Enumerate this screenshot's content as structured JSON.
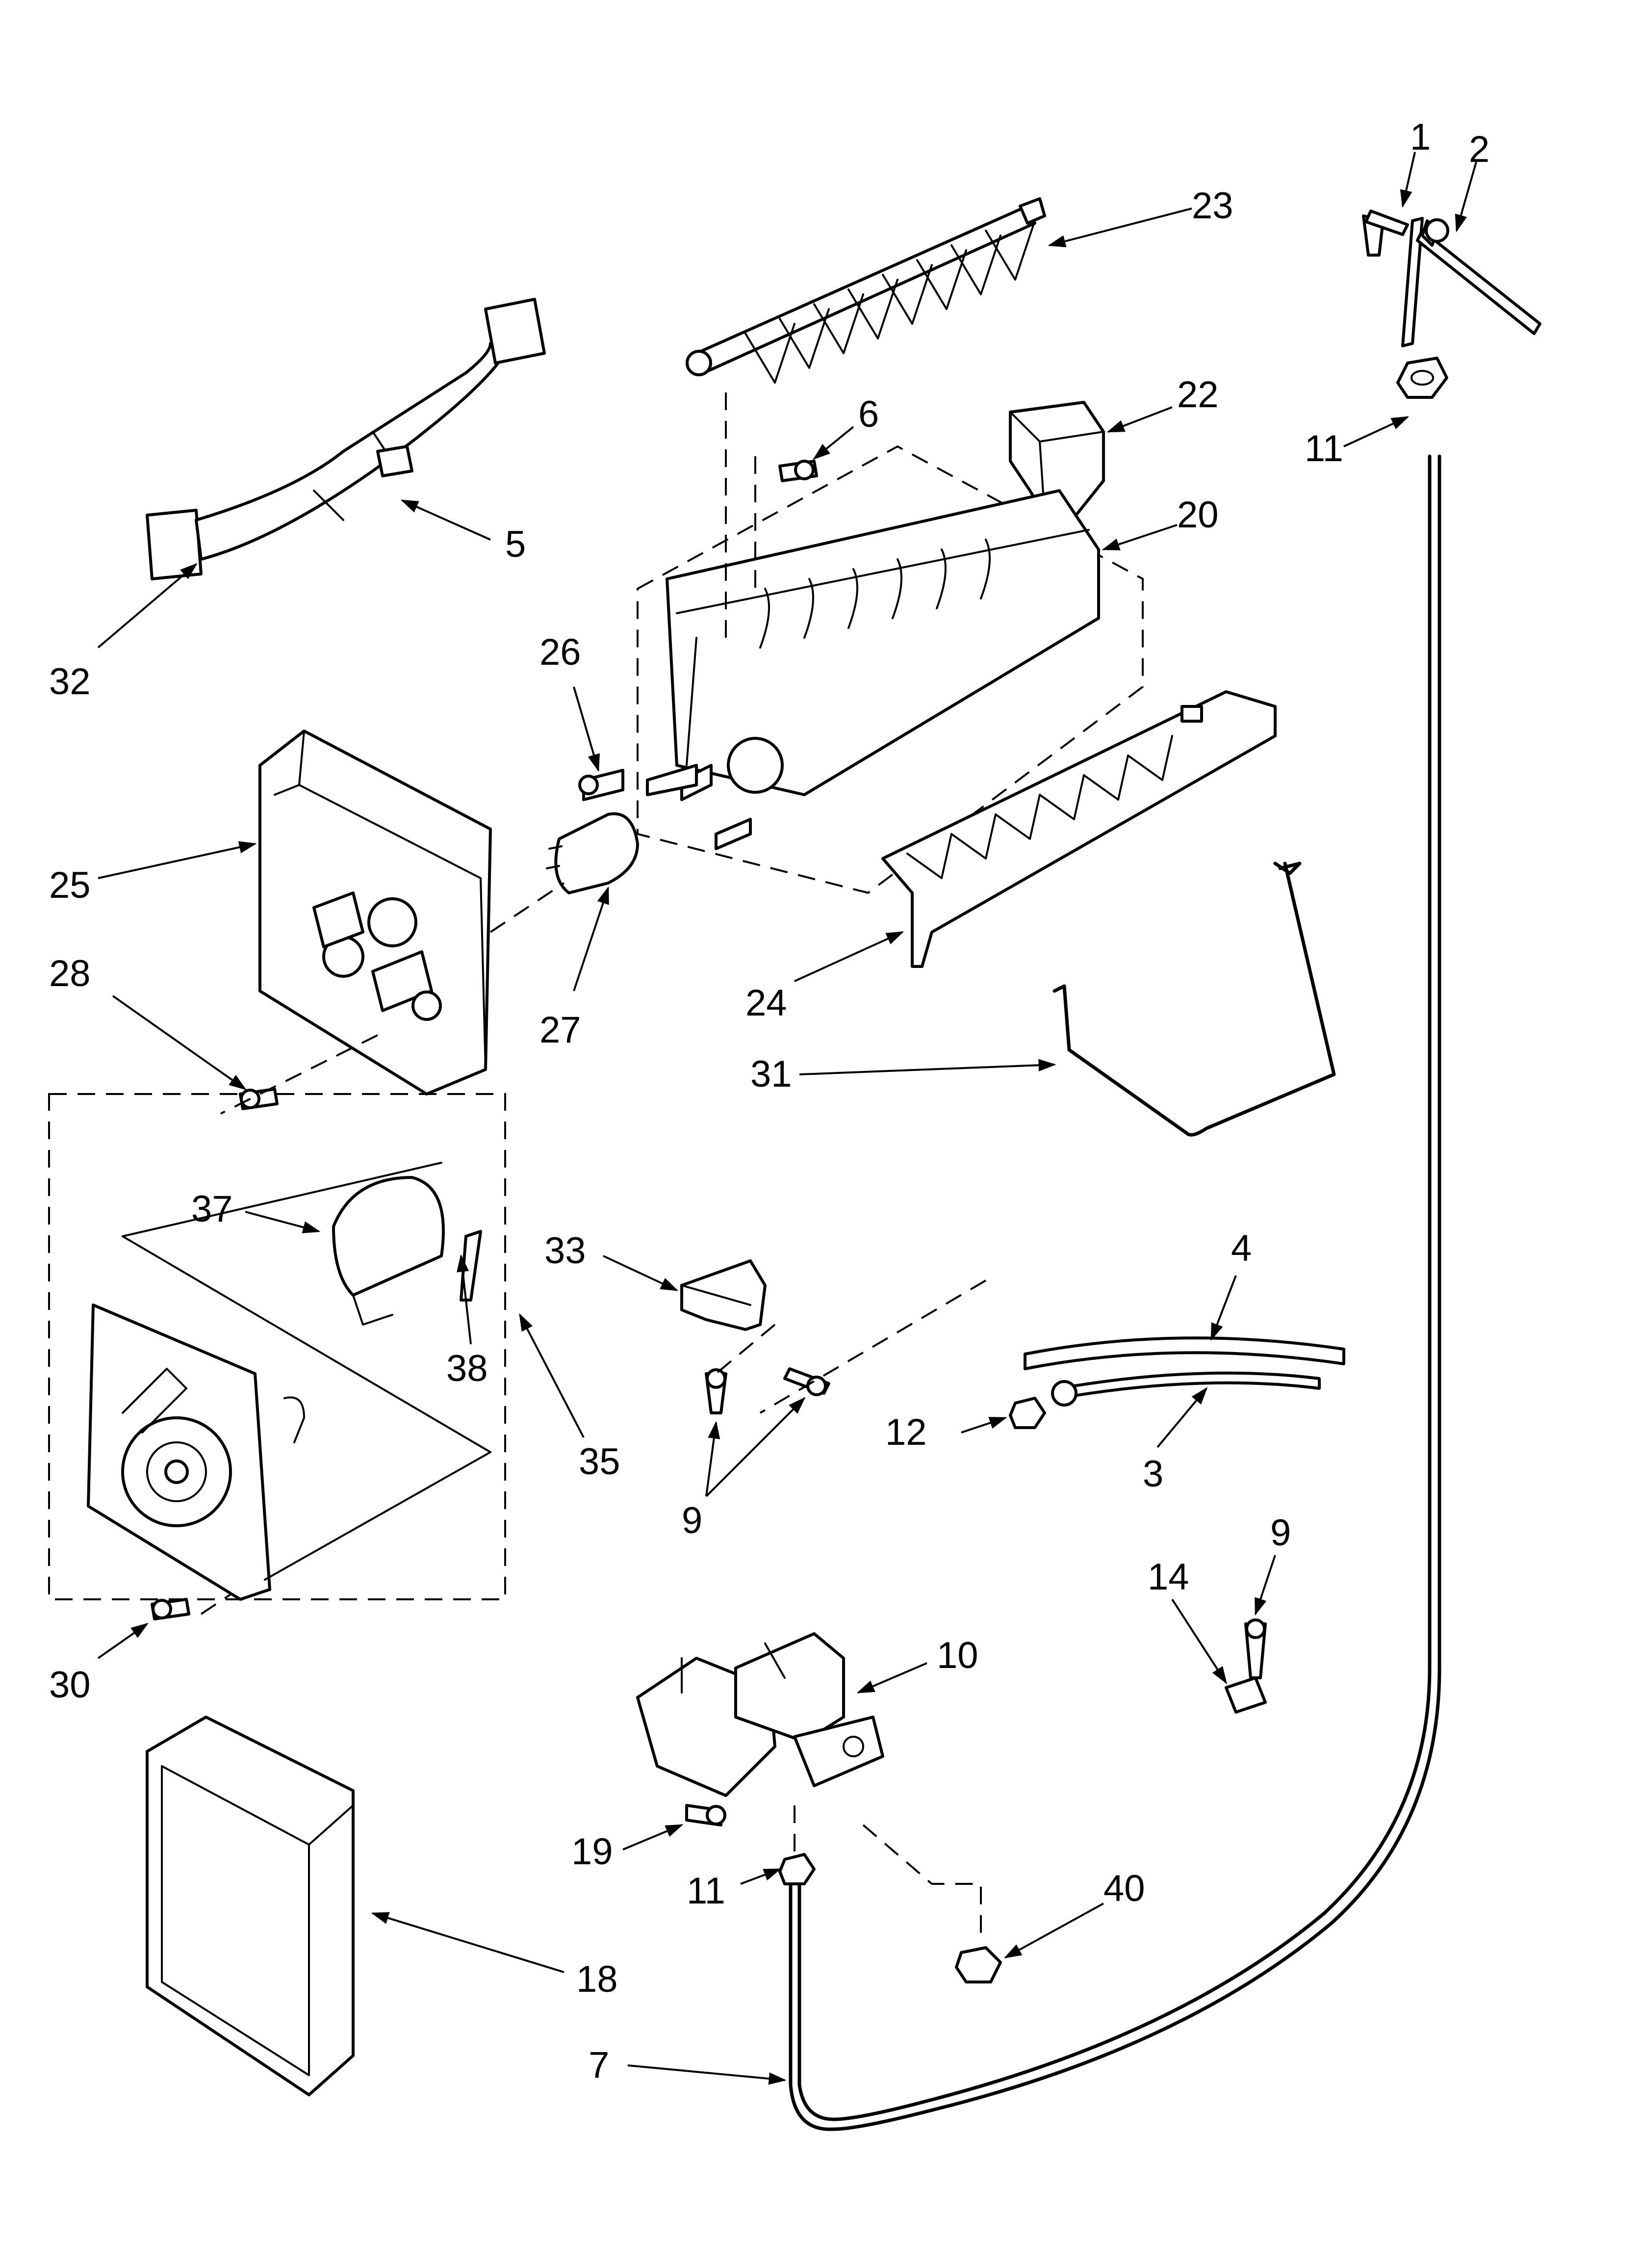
{
  "diagram": {
    "type": "exploded parts diagram",
    "callouts": [
      {
        "id": "c1",
        "label": "1"
      },
      {
        "id": "c2",
        "label": "2"
      },
      {
        "id": "c23",
        "label": "23"
      },
      {
        "id": "c6",
        "label": "6"
      },
      {
        "id": "c22",
        "label": "22"
      },
      {
        "id": "c11a",
        "label": "11"
      },
      {
        "id": "c20",
        "label": "20"
      },
      {
        "id": "c5",
        "label": "5"
      },
      {
        "id": "c32",
        "label": "32"
      },
      {
        "id": "c26",
        "label": "26"
      },
      {
        "id": "c25",
        "label": "25"
      },
      {
        "id": "c28",
        "label": "28"
      },
      {
        "id": "c27",
        "label": "27"
      },
      {
        "id": "c24",
        "label": "24"
      },
      {
        "id": "c31",
        "label": "31"
      },
      {
        "id": "c37",
        "label": "37"
      },
      {
        "id": "c38",
        "label": "38"
      },
      {
        "id": "c33",
        "label": "33"
      },
      {
        "id": "c35",
        "label": "35"
      },
      {
        "id": "c4",
        "label": "4"
      },
      {
        "id": "c12",
        "label": "12"
      },
      {
        "id": "c3",
        "label": "3"
      },
      {
        "id": "c9a",
        "label": "9"
      },
      {
        "id": "c9b",
        "label": "9"
      },
      {
        "id": "c14",
        "label": "14"
      },
      {
        "id": "c30",
        "label": "30"
      },
      {
        "id": "c10",
        "label": "10"
      },
      {
        "id": "c19",
        "label": "19"
      },
      {
        "id": "c11b",
        "label": "11"
      },
      {
        "id": "c40",
        "label": "40"
      },
      {
        "id": "c18",
        "label": "18"
      },
      {
        "id": "c7",
        "label": "7"
      }
    ]
  }
}
